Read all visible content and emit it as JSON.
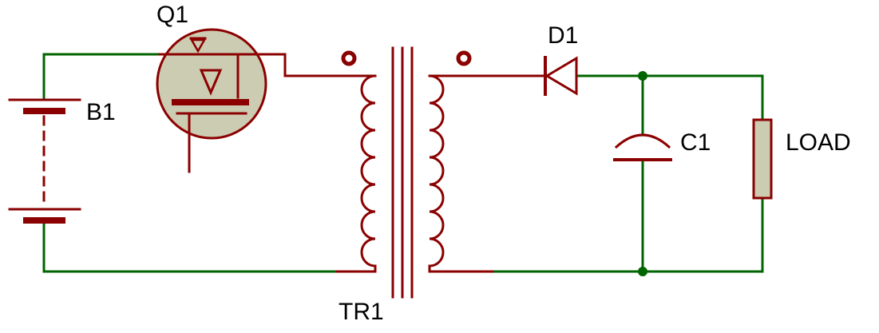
{
  "schematic": {
    "labels": {
      "battery": "B1",
      "mosfet": "Q1",
      "transformer": "TR1",
      "diode": "D1",
      "capacitor": "C1",
      "load": "LOAD"
    },
    "components": [
      {
        "ref": "B1",
        "type": "multi-cell-battery"
      },
      {
        "ref": "Q1",
        "type": "n-channel-mosfet-in-circle"
      },
      {
        "ref": "TR1",
        "type": "transformer-with-iron-core-and-phase-dots"
      },
      {
        "ref": "D1",
        "type": "diode"
      },
      {
        "ref": "C1",
        "type": "polarized-capacitor"
      },
      {
        "ref": "LOAD",
        "type": "resistor-load"
      }
    ],
    "colors": {
      "wire": "#006400",
      "component": "#8B0000",
      "component_fill": "#CCCCB2",
      "background": "#FFFFFF",
      "label_text": "#000000"
    }
  }
}
